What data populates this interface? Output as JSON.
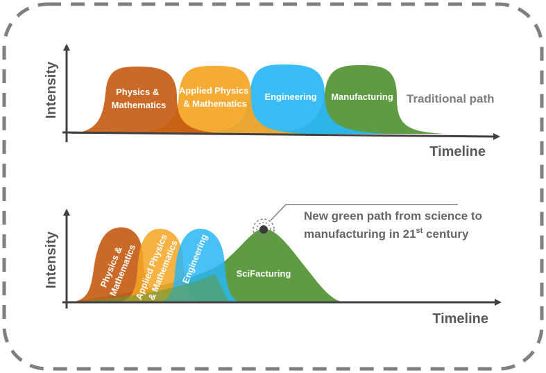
{
  "colors": {
    "border": "#7f7f7f",
    "axis": "#404040",
    "physics": "#c55a11",
    "applied": "#f5a623",
    "engineering": "#29b6f6",
    "green": "#5e9b43",
    "text_dark": "#595959"
  },
  "top_panel": {
    "y_label": "Intensity",
    "x_label": "Timeline",
    "path_label": "Traditional path",
    "stages": [
      {
        "lines": [
          "Physics &",
          "Mathematics"
        ]
      },
      {
        "lines": [
          "Applied Physics",
          "& Mathematics"
        ]
      },
      {
        "lines": [
          "Engineering"
        ]
      },
      {
        "lines": [
          "Manufacturing"
        ]
      }
    ]
  },
  "bottom_panel": {
    "y_label": "Intensity",
    "x_label": "Timeline",
    "stages": [
      {
        "lines": [
          "Physics &",
          "Mathematics"
        ]
      },
      {
        "lines": [
          "Applied Physics",
          "& Mathematics"
        ]
      },
      {
        "lines": [
          "Engineering"
        ]
      }
    ],
    "scifacturing_label": "SciFacturing",
    "callout": {
      "line1": "New green path from science to",
      "line2_text": "manufacturing in 21",
      "line2_sup": "st",
      "line2_end": " century"
    }
  }
}
